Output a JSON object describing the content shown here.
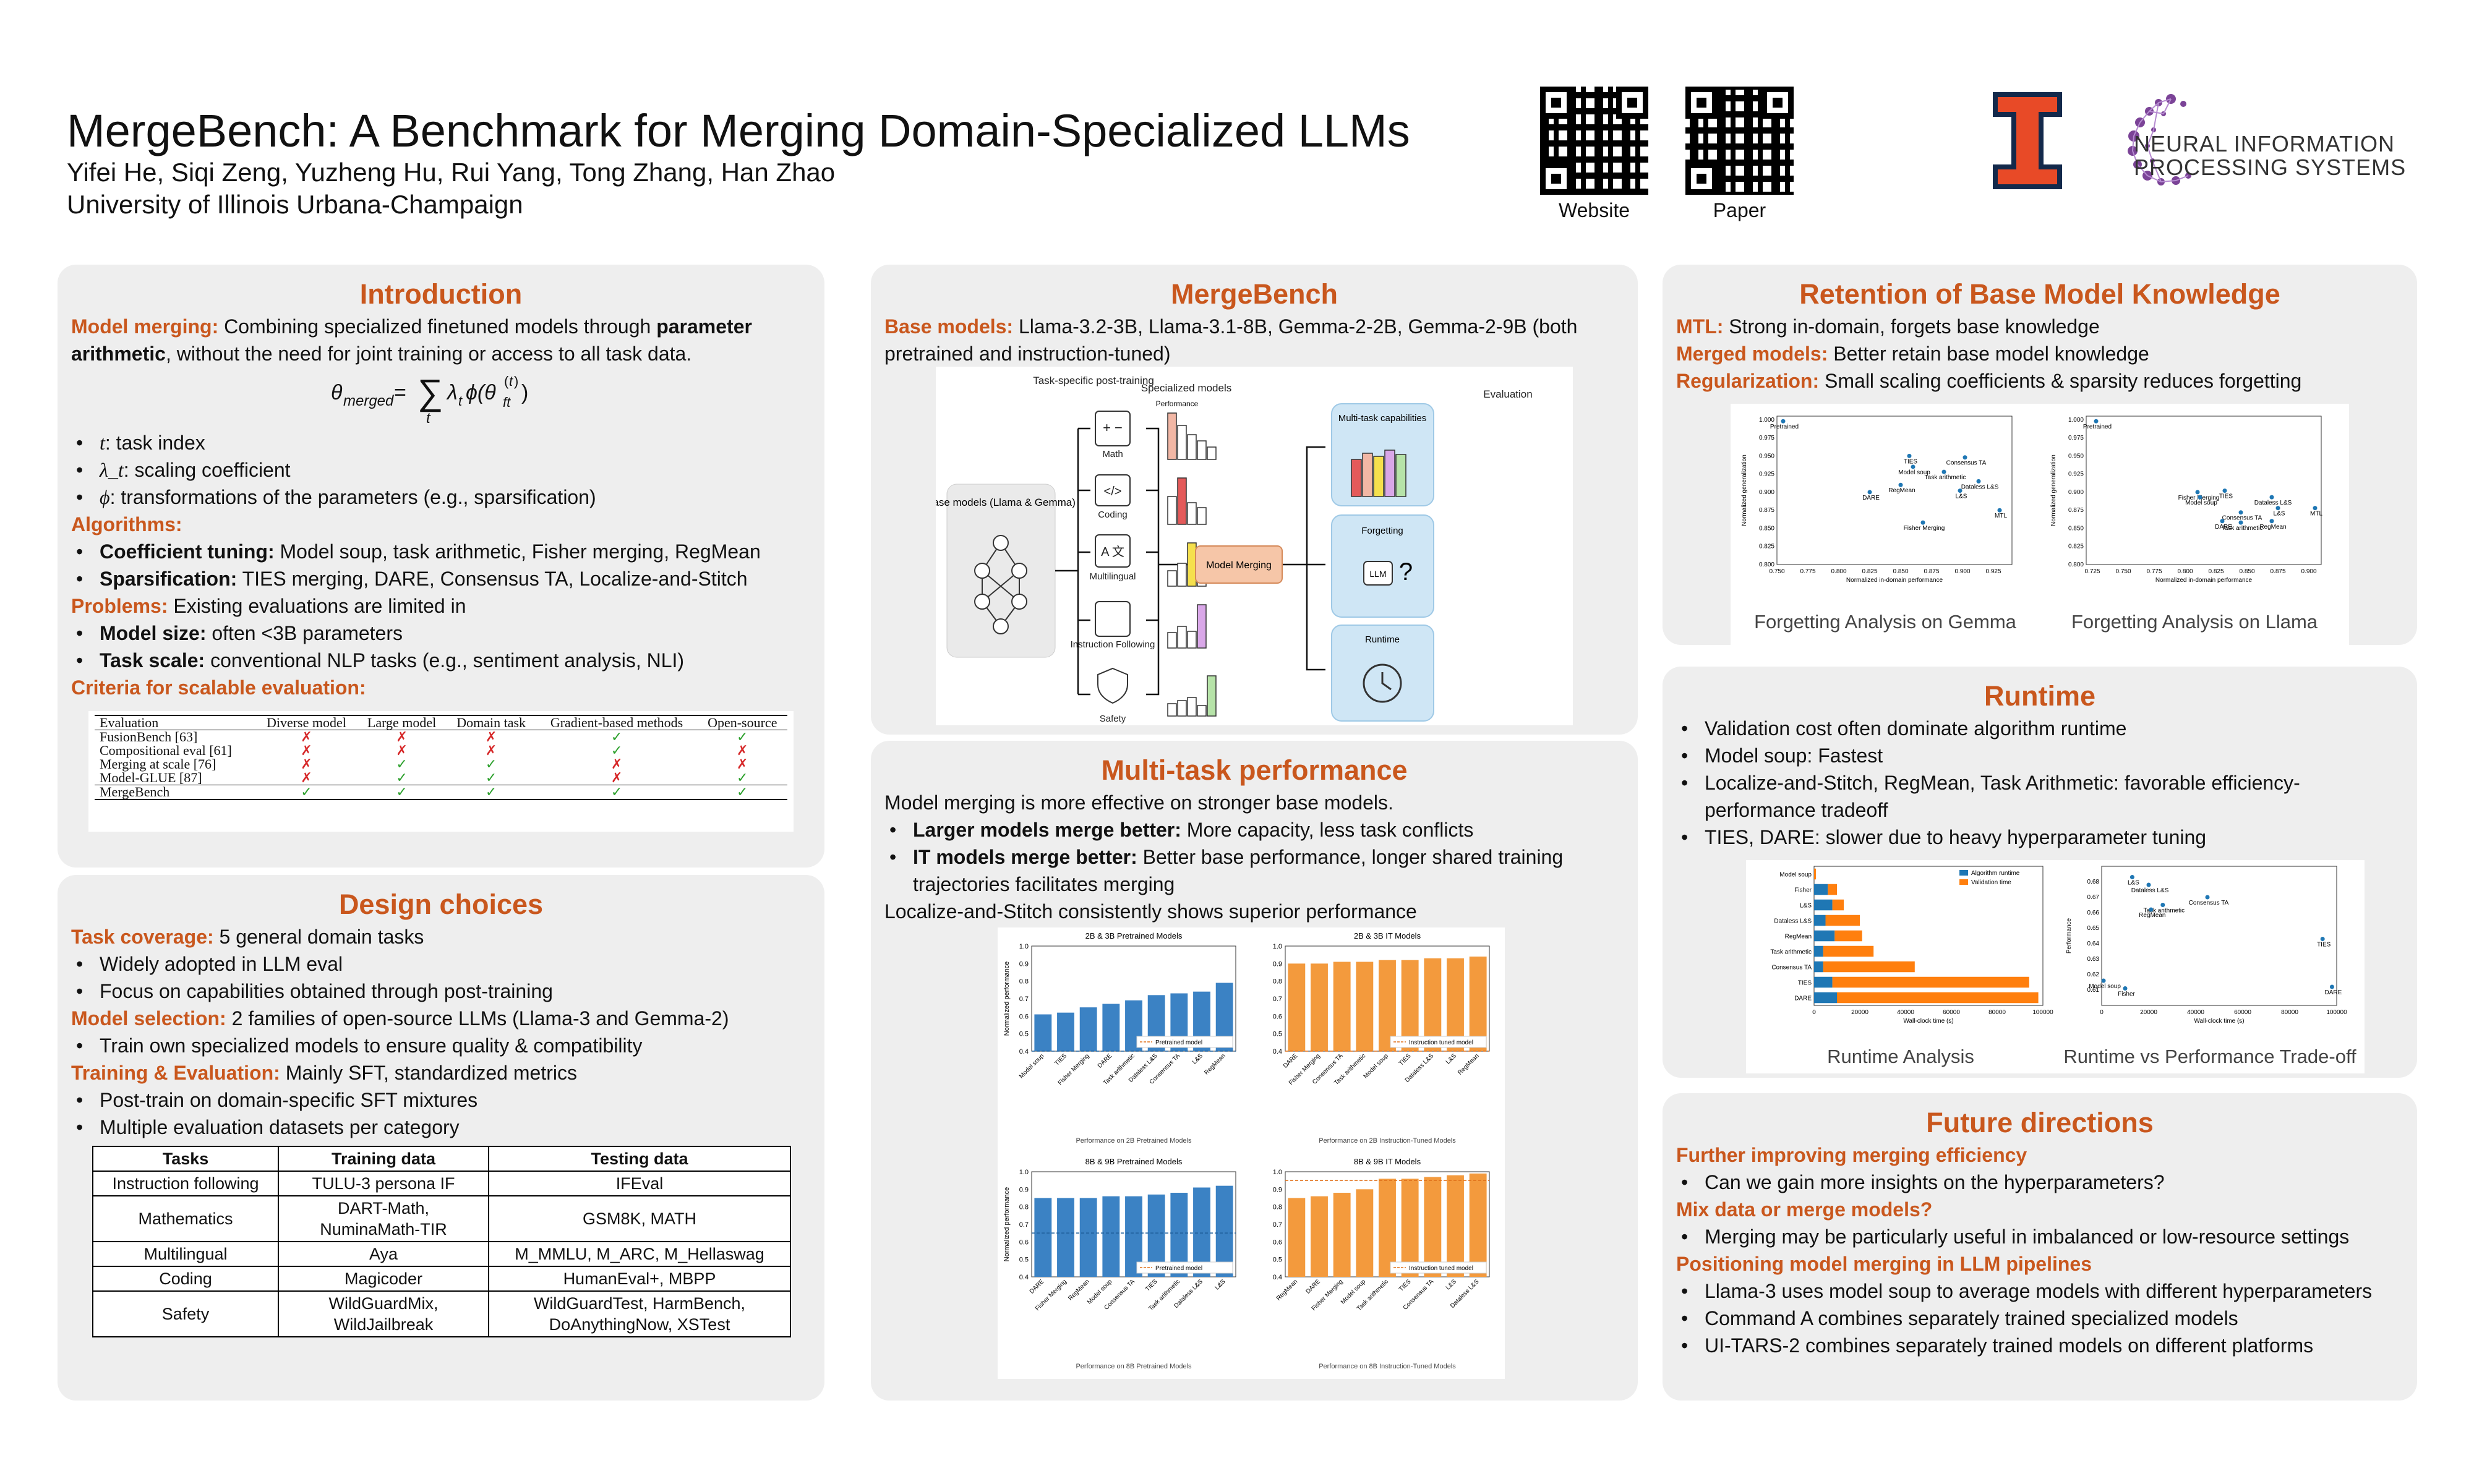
{
  "header": {
    "title": "MergeBench: A Benchmark for Merging Domain-Specialized LLMs",
    "authors": "Yifei He, Siqi Zeng, Yuzheng Hu, Rui Yang, Tong Zhang, Han Zhao",
    "affiliation": "University of Illinois Urbana-Champaign",
    "qr_website": "Website",
    "qr_paper": "Paper",
    "neurips_line1": "NEURAL INFORMATION",
    "neurips_line2": "PROCESSING SYSTEMS"
  },
  "intro": {
    "title": "Introduction",
    "mm_label": "Model merging:",
    "mm_text1": " Combining specialized finetuned models through ",
    "mm_bold": "parameter arithmetic",
    "mm_text2": ", without the need for joint training or access to all task data.",
    "bullets": [
      {
        "sym": "t",
        "text": ": task index"
      },
      {
        "sym": "λ_t",
        "text": ": scaling coefficient"
      },
      {
        "sym": "ϕ",
        "text": ": transformations of the parameters (e.g., sparsification)"
      }
    ],
    "alg_label": "Algorithms:",
    "alg1_b": "Coefficient tuning:",
    "alg1_t": " Model soup, task arithmetic, Fisher merging, RegMean",
    "alg2_b": "Sparsification:",
    "alg2_t": " TIES merging, DARE, Consensus TA, Localize-and-Stitch",
    "prob_label": "Problems:",
    "prob_text": " Existing evaluations are limited in",
    "prob1_b": "Model size:",
    "prob1_t": " often <3B parameters",
    "prob2_b": "Task scale:",
    "prob2_t": " conventional NLP tasks (e.g., sentiment analysis, NLI)",
    "crit_label": "Criteria for scalable evaluation:",
    "crit_headers": [
      "Evaluation",
      "Diverse model",
      "Large model",
      "Domain task",
      "Gradient-based methods",
      "Open-source"
    ],
    "crit_rows": [
      {
        "name": "FusionBench [63]",
        "cells": [
          "✗",
          "✗",
          "✗",
          "✓",
          "✓"
        ]
      },
      {
        "name": "Compositional eval [61]",
        "cells": [
          "✗",
          "✗",
          "✗",
          "✓",
          "✗"
        ]
      },
      {
        "name": "Merging at scale [76]",
        "cells": [
          "✗",
          "✓",
          "✓",
          "✗",
          "✗"
        ]
      },
      {
        "name": "Model-GLUE [87]",
        "cells": [
          "✗",
          "✓",
          "✓",
          "✗",
          "✓"
        ]
      },
      {
        "name": "MergeBench",
        "cells": [
          "✓",
          "✓",
          "✓",
          "✓",
          "✓"
        ]
      }
    ]
  },
  "design": {
    "title": "Design choices",
    "tc_label": "Task coverage:",
    "tc_text": " 5 general domain tasks",
    "tc_b1": "Widely adopted in LLM eval",
    "tc_b2": "Focus on capabilities obtained through post-training",
    "ms_label": "Model selection:",
    "ms_text": " 2 families of open-source LLMs (Llama-3 and Gemma-2)",
    "ms_b1": "Train own specialized models to ensure quality & compatibility",
    "te_label": "Training & Evaluation:",
    "te_text": " Mainly SFT, standardized metrics",
    "te_b1": "Post-train on domain-specific SFT mixtures",
    "te_b2": "Multiple evaluation datasets per category",
    "table_headers": [
      "Tasks",
      "Training data",
      "Testing data"
    ],
    "table_rows": [
      [
        "Instruction following",
        "TULU-3 persona IF",
        "IFEval"
      ],
      [
        "Mathematics",
        "DART-Math,\nNuminaMath-TIR",
        "GSM8K, MATH"
      ],
      [
        "Multilingual",
        "Aya",
        "M_MMLU, M_ARC, M_Hellaswag"
      ],
      [
        "Coding",
        "Magicoder",
        "HumanEval+, MBPP"
      ],
      [
        "Safety",
        "WildGuardMix,\nWildJailbreak",
        "WildGuardTest, HarmBench,\nDoAnythingNow, XSTest"
      ]
    ]
  },
  "mergebench": {
    "title": "MergeBench",
    "base_label": "Base models:",
    "base_text": " Llama-3.2-3B, Llama-3.1-8B, Gemma-2-2B, Gemma-2-9B (both pretrained and instruction-tuned)",
    "fig": {
      "task_post": "Task-specific\npost-training",
      "specialized": "Specialized models",
      "evaluation": "Evaluation",
      "base_box": "Base models\n(Llama & Gemma)",
      "performance": "Performance",
      "tasks": [
        "Math",
        "Coding",
        "Multilingual",
        "Instruction\nFollowing",
        "Safety"
      ],
      "model_merging": "Model Merging",
      "eval_boxes": [
        "Multi-task\ncapabilities",
        "Forgetting",
        "Runtime"
      ],
      "llm": "LLM",
      "q": "?"
    }
  },
  "multitask": {
    "title": "Multi-task performance",
    "intro": "Model merging is more effective on stronger base models.",
    "b1_b": "Larger models merge better:",
    "b1_t": " More capacity, less task conflicts",
    "b2_b": "IT models merge better:",
    "b2_t": " Better base performance, longer shared training trajectories facilitates merging",
    "outro": "Localize-and-Stitch consistently shows superior performance"
  },
  "retention": {
    "title": "Retention of Base Model Knowledge",
    "mtl_label": "MTL:",
    "mtl_text": " Strong in-domain, forgets base knowledge",
    "mm_label": "Merged models:",
    "mm_text": " Better retain base model knowledge",
    "reg_label": "Regularization:",
    "reg_text": " Small scaling coefficients & sparsity reduces forgetting",
    "cap_gemma": "Forgetting Analysis on Gemma",
    "cap_llama": "Forgetting Analysis on Llama"
  },
  "runtime": {
    "title": "Runtime",
    "bullets": [
      "Validation cost often dominate algorithm runtime",
      "Model soup: Fastest",
      "Localize-and-Stitch, RegMean, Task Arithmetic: favorable efficiency-performance tradeoff",
      "TIES, DARE: slower due to heavy hyperparameter tuning"
    ],
    "cap_a": "Runtime Analysis",
    "cap_b": "Runtime vs Performance Trade-off"
  },
  "future": {
    "title": "Future directions",
    "s1": "Further improving merging efficiency",
    "s1_b1": "Can we gain more insights on the hyperparameters?",
    "s2": "Mix data or merge models?",
    "s2_b1": "Merging may be particularly useful in imbalanced or low-resource settings",
    "s3": "Positioning model merging in LLM pipelines",
    "s3_b": [
      "Llama-3 uses model soup to average models with different hyperparameters",
      "Command A combines separately trained specialized models",
      "UI-TARS-2 combines separately trained models on different platforms"
    ]
  },
  "colors": {
    "accent": "#c9571d",
    "illinois": "#e84a27",
    "illinois_navy": "#13294b",
    "neurips": "#7b4397",
    "blue": "#3b82c4",
    "orange": "#f39a3d"
  },
  "chart_data": [
    {
      "type": "bar",
      "title": "2B & 3B Pretrained Models",
      "xlabel": "Performance on 2B Pretrained Models",
      "ylabel": "Normalized performance",
      "ylim": [
        0.4,
        1.0
      ],
      "yticks": [
        "0.4",
        "0.5",
        "0.6",
        "0.7",
        "0.8",
        "0.9",
        "1.0"
      ],
      "categories": [
        "Model soup",
        "TIES",
        "Fisher Merging",
        "DARE",
        "Task arithmetic",
        "Dataless L&S",
        "Consensus TA",
        "L&S",
        "RegMean"
      ],
      "values": [
        0.61,
        0.62,
        0.65,
        0.67,
        0.69,
        0.72,
        0.73,
        0.74,
        0.79
      ],
      "reference": {
        "label": "Pretrained model",
        "value": 0.4
      },
      "color": "#3b82c4"
    },
    {
      "type": "bar",
      "title": "2B & 3B IT Models",
      "xlabel": "Performance on 2B Instruction-Tuned Models",
      "ylabel": "",
      "ylim": [
        0.4,
        1.0
      ],
      "yticks": [
        "0.4",
        "0.5",
        "0.6",
        "0.7",
        "0.8",
        "0.9",
        "1.0"
      ],
      "categories": [
        "DARE",
        "Fisher Merging",
        "Consensus TA",
        "Task arithmetic",
        "Model soup",
        "TIES",
        "Dataless L&S",
        "L&S",
        "RegMean"
      ],
      "values": [
        0.9,
        0.9,
        0.91,
        0.91,
        0.92,
        0.92,
        0.93,
        0.93,
        0.94
      ],
      "reference": {
        "label": "Instruction tuned model",
        "value": 0.4
      },
      "color": "#f39a3d"
    },
    {
      "type": "bar",
      "title": "8B & 9B Pretrained Models",
      "xlabel": "Performance on 8B Pretrained Models",
      "ylabel": "Normalized performance",
      "ylim": [
        0.4,
        1.0
      ],
      "yticks": [
        "0.4",
        "0.5",
        "0.6",
        "0.7",
        "0.8",
        "0.9",
        "1.0"
      ],
      "categories": [
        "DARE",
        "Fisher Merging",
        "RegMean",
        "Model soup",
        "Consensus TA",
        "TIES",
        "Task arithmetic",
        "Dataless L&S",
        "L&S"
      ],
      "values": [
        0.85,
        0.85,
        0.85,
        0.86,
        0.86,
        0.87,
        0.88,
        0.91,
        0.92
      ],
      "reference": {
        "label": "Pretrained model",
        "value": 0.65
      },
      "color": "#3b82c4"
    },
    {
      "type": "bar",
      "title": "8B & 9B IT Models",
      "xlabel": "Performance on 8B Instruction-Tuned Models",
      "ylabel": "",
      "ylim": [
        0.4,
        1.0
      ],
      "yticks": [
        "0.4",
        "0.5",
        "0.6",
        "0.7",
        "0.8",
        "0.9",
        "1.0"
      ],
      "categories": [
        "RegMean",
        "DARE",
        "Fisher Merging",
        "Model soup",
        "Task arithmetic",
        "TIES",
        "Consensus TA",
        "L&S",
        "Dataless L&S"
      ],
      "values": [
        0.85,
        0.86,
        0.88,
        0.9,
        0.96,
        0.96,
        0.97,
        0.98,
        0.99
      ],
      "reference": {
        "label": "Instruction tuned model",
        "value": 0.95
      },
      "color": "#f39a3d"
    },
    {
      "type": "scatter",
      "title": "Forgetting Analysis on Gemma",
      "xlabel": "Normalized in-domain performance",
      "ylabel": "Normalized generalization",
      "xlim": [
        0.75,
        0.94
      ],
      "ylim": [
        0.8,
        1.005
      ],
      "xticks": [
        "0.750",
        "0.775",
        "0.800",
        "0.825",
        "0.850",
        "0.875",
        "0.900",
        "0.925"
      ],
      "yticks": [
        "0.800",
        "0.825",
        "0.850",
        "0.875",
        "0.900",
        "0.925",
        "0.950",
        "0.975",
        "1.000"
      ],
      "points": [
        {
          "label": "Pretrained",
          "x": 0.755,
          "y": 0.998
        },
        {
          "label": "TIES",
          "x": 0.857,
          "y": 0.95
        },
        {
          "label": "Model soup",
          "x": 0.86,
          "y": 0.935
        },
        {
          "label": "Consensus TA",
          "x": 0.902,
          "y": 0.948
        },
        {
          "label": "Task arithmetic",
          "x": 0.885,
          "y": 0.928
        },
        {
          "label": "Dataless L&S",
          "x": 0.913,
          "y": 0.915
        },
        {
          "label": "RegMean",
          "x": 0.85,
          "y": 0.91
        },
        {
          "label": "DARE",
          "x": 0.825,
          "y": 0.9
        },
        {
          "label": "L&S",
          "x": 0.898,
          "y": 0.902
        },
        {
          "label": "MTL",
          "x": 0.93,
          "y": 0.875
        },
        {
          "label": "Fisher Merging",
          "x": 0.868,
          "y": 0.858
        }
      ]
    },
    {
      "type": "scatter",
      "title": "Forgetting Analysis on Llama",
      "xlabel": "Normalized in-domain performance",
      "ylabel": "Normalized generalization",
      "xlim": [
        0.72,
        0.91
      ],
      "ylim": [
        0.8,
        1.005
      ],
      "xticks": [
        "0.725",
        "0.750",
        "0.775",
        "0.800",
        "0.825",
        "0.850",
        "0.875",
        "0.900"
      ],
      "yticks": [
        "0.800",
        "0.825",
        "0.850",
        "0.875",
        "0.900",
        "0.925",
        "0.950",
        "0.975",
        "1.000"
      ],
      "points": [
        {
          "label": "Pretrained",
          "x": 0.728,
          "y": 0.998
        },
        {
          "label": "Fisher Merging",
          "x": 0.81,
          "y": 0.9
        },
        {
          "label": "Model soup",
          "x": 0.812,
          "y": 0.893
        },
        {
          "label": "TIES",
          "x": 0.832,
          "y": 0.902
        },
        {
          "label": "Dataless L&S",
          "x": 0.87,
          "y": 0.893
        },
        {
          "label": "L&S",
          "x": 0.875,
          "y": 0.878
        },
        {
          "label": "MTL",
          "x": 0.905,
          "y": 0.878
        },
        {
          "label": "Consensus TA",
          "x": 0.845,
          "y": 0.872
        },
        {
          "label": "DARE",
          "x": 0.83,
          "y": 0.86
        },
        {
          "label": "RegMean",
          "x": 0.87,
          "y": 0.86
        },
        {
          "label": "Task arithmetic",
          "x": 0.845,
          "y": 0.858
        }
      ]
    },
    {
      "type": "bar",
      "orientation": "horizontal",
      "stacked": true,
      "title": "Runtime Analysis",
      "xlabel": "Wall-clock time (s)",
      "xlim": [
        0,
        100000
      ],
      "xticks": [
        "0",
        "20000",
        "40000",
        "60000",
        "80000",
        "100000"
      ],
      "categories": [
        "Model soup",
        "Fisher",
        "L&S",
        "Dataless L&S",
        "RegMean",
        "Task arithmetic",
        "Consensus TA",
        "TIES",
        "DARE"
      ],
      "series": [
        {
          "name": "Algorithm runtime",
          "values": [
            0,
            6000,
            8000,
            5000,
            9000,
            4000,
            4000,
            8000,
            10000
          ]
        },
        {
          "name": "Validation time",
          "values": [
            800,
            4000,
            5000,
            15000,
            12000,
            22000,
            40000,
            86000,
            88000
          ]
        }
      ]
    },
    {
      "type": "scatter",
      "title": "Runtime vs Performance Trade-off",
      "xlabel": "Wall-clock time (s)",
      "ylabel": "Performance",
      "xlim": [
        0,
        100000
      ],
      "ylim": [
        0.6,
        0.69
      ],
      "xticks": [
        "0",
        "20000",
        "40000",
        "60000",
        "80000",
        "100000"
      ],
      "yticks": [
        "0.61",
        "0.62",
        "0.63",
        "0.64",
        "0.65",
        "0.66",
        "0.67",
        "0.68"
      ],
      "points": [
        {
          "label": "L&S",
          "x": 13000,
          "y": 0.683
        },
        {
          "label": "Dataless L&S",
          "x": 20000,
          "y": 0.678
        },
        {
          "label": "Consensus TA",
          "x": 45000,
          "y": 0.67
        },
        {
          "label": "Task arithmetic",
          "x": 26000,
          "y": 0.665
        },
        {
          "label": "RegMean",
          "x": 21000,
          "y": 0.662
        },
        {
          "label": "TIES",
          "x": 94000,
          "y": 0.643
        },
        {
          "label": "Model soup",
          "x": 800,
          "y": 0.616
        },
        {
          "label": "Fisher",
          "x": 10000,
          "y": 0.611
        },
        {
          "label": "DARE",
          "x": 98000,
          "y": 0.612
        }
      ]
    }
  ]
}
